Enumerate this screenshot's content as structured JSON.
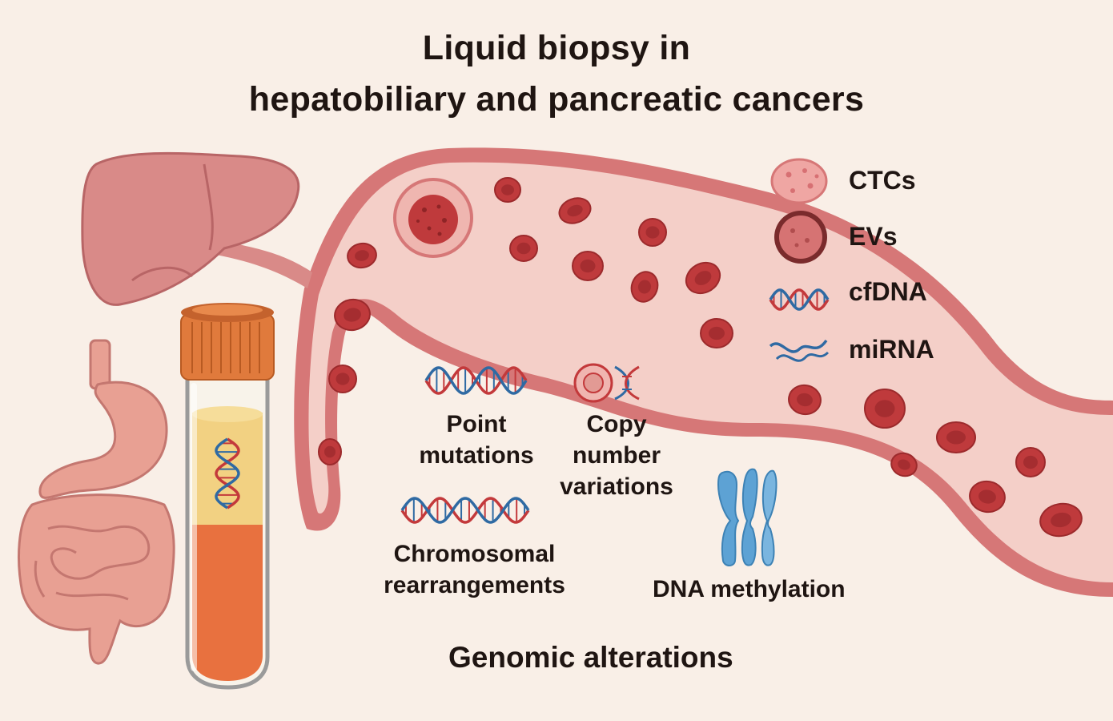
{
  "title": {
    "line1": "Liquid biopsy in",
    "line2": "hepatobiliary and pancreatic cancers"
  },
  "legend": [
    {
      "label": "CTCs",
      "icon": "ctc-icon"
    },
    {
      "label": "EVs",
      "icon": "ev-icon"
    },
    {
      "label": "cfDNA",
      "icon": "cfdna-icon"
    },
    {
      "label": "miRNA",
      "icon": "mirna-icon"
    }
  ],
  "genomic": {
    "point_mutations": {
      "line1": "Point",
      "line2": "mutations"
    },
    "copy_number": {
      "line1": "Copy",
      "line2": "number",
      "line3": "variations"
    },
    "chromosomal": {
      "line1": "Chromosomal",
      "line2": "rearrangements"
    },
    "methylation": "DNA methylation",
    "heading": "Genomic alterations"
  },
  "colors": {
    "background": "#f9efe7",
    "vessel_wall": "#d67777",
    "vessel_lumen": "#f4cfc8",
    "red_cell": "#bf3a3c",
    "organ": "#d98a88",
    "tube_cap": "#e07a3c",
    "plasma": "#f2d182",
    "blood": "#e8713f",
    "dna_red": "#c3393b",
    "dna_blue": "#2f6aa3",
    "chromosome": "#5da2d4"
  }
}
